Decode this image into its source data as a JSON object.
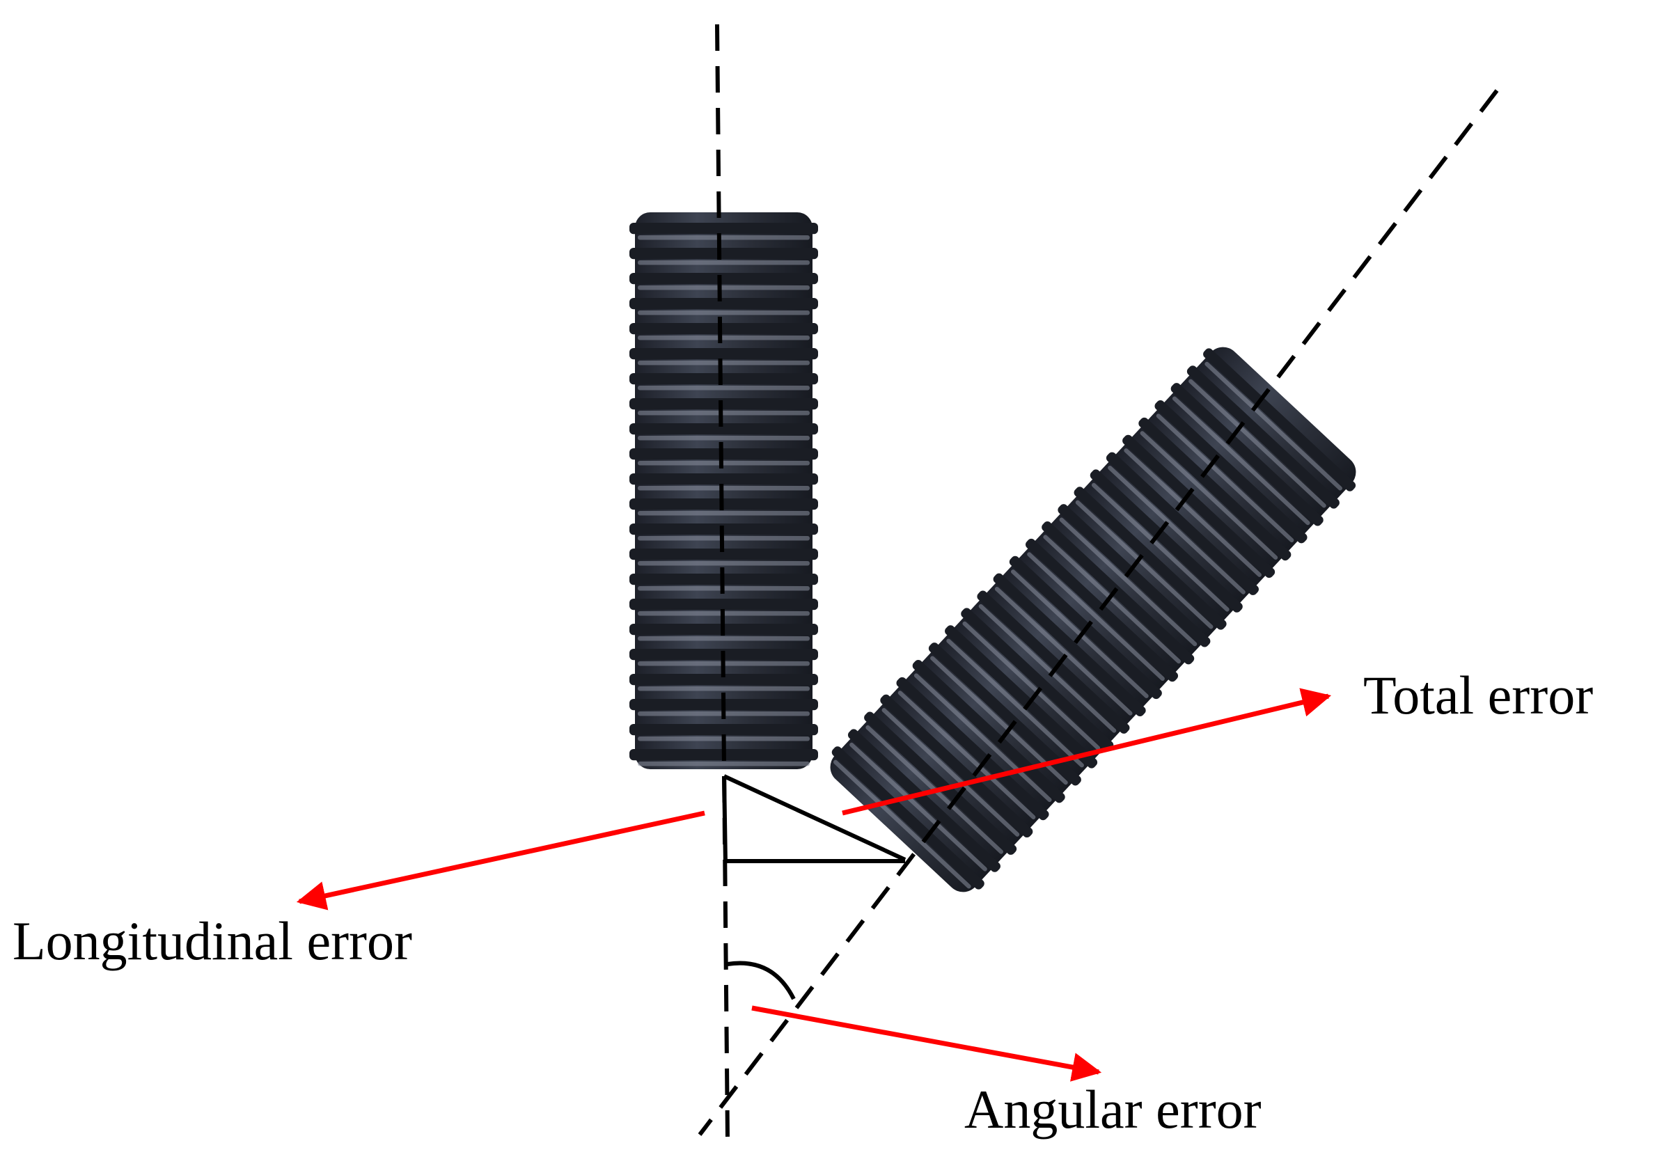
{
  "labels": {
    "total_error": "Total error",
    "longitudinal_error": "Longitudinal error",
    "angular_error": "Angular error"
  },
  "colors": {
    "arrow": "#ff0000",
    "guide_lines": "#000000",
    "implant_body": "#2f3440",
    "implant_thread_highlight": "#8a909e",
    "background": "#ffffff"
  },
  "icons": {
    "planned_implant": "dental-implant-icon",
    "placed_implant": "dental-implant-icon"
  }
}
